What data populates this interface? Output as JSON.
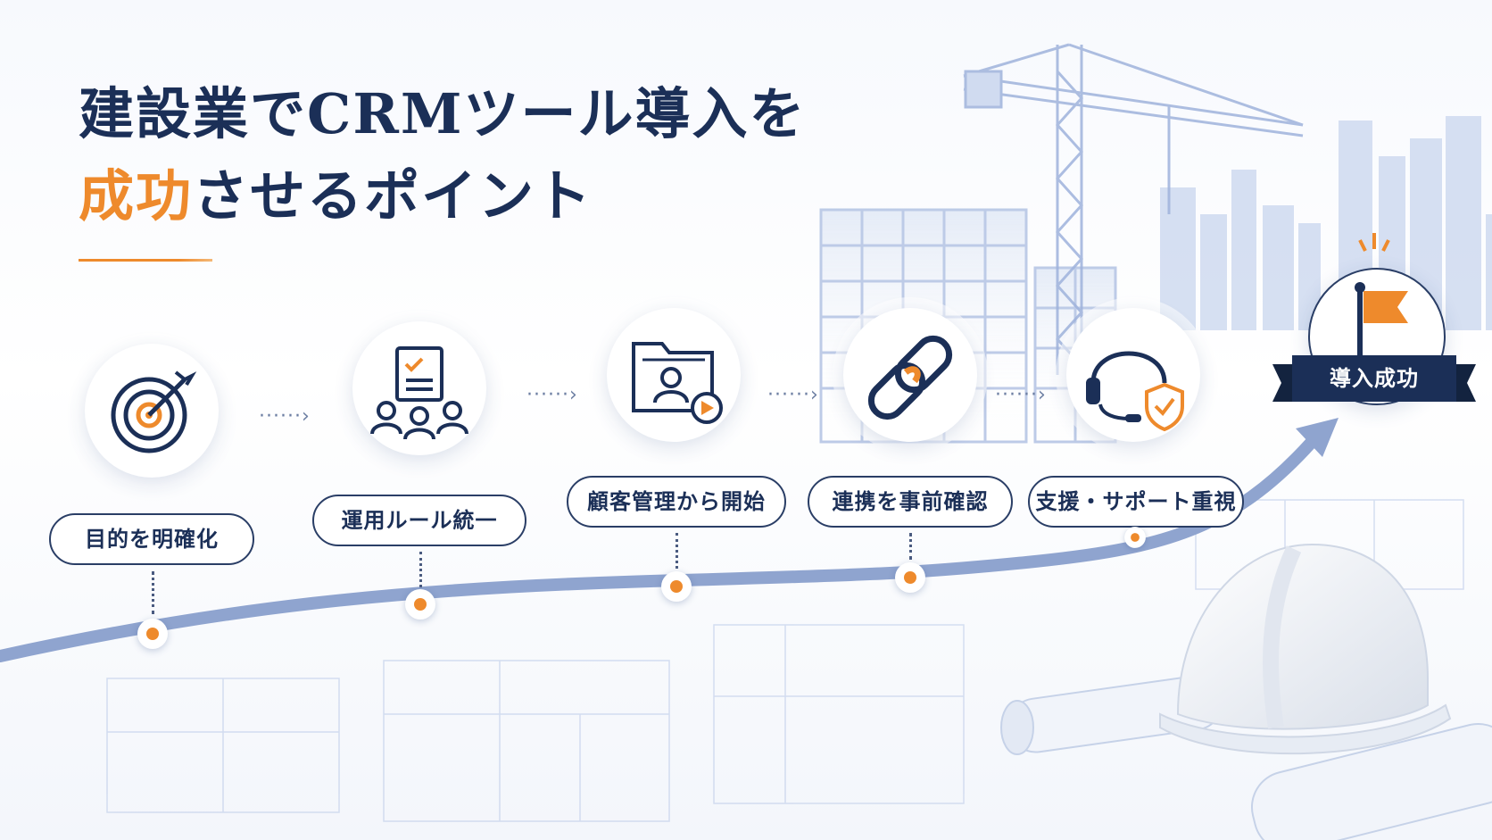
{
  "title": {
    "line1": "建設業でCRMツール導入を",
    "line2_accent": "成功",
    "line2_rest": "させるポイント"
  },
  "colors": {
    "navy": "#1b2f57",
    "orange": "#ee8a2c",
    "path": "#8fa4cf"
  },
  "steps": [
    {
      "label": "目的を明確化",
      "icon": "target-icon"
    },
    {
      "label": "運用ルール統一",
      "icon": "team-checklist-icon"
    },
    {
      "label": "顧客管理から開始",
      "icon": "customer-folder-icon"
    },
    {
      "label": "連携を事前確認",
      "icon": "link-icon"
    },
    {
      "label": "支援・サポート重視",
      "icon": "headset-shield-icon"
    }
  ],
  "goal": {
    "label": "導入成功",
    "icon": "flag-icon"
  }
}
